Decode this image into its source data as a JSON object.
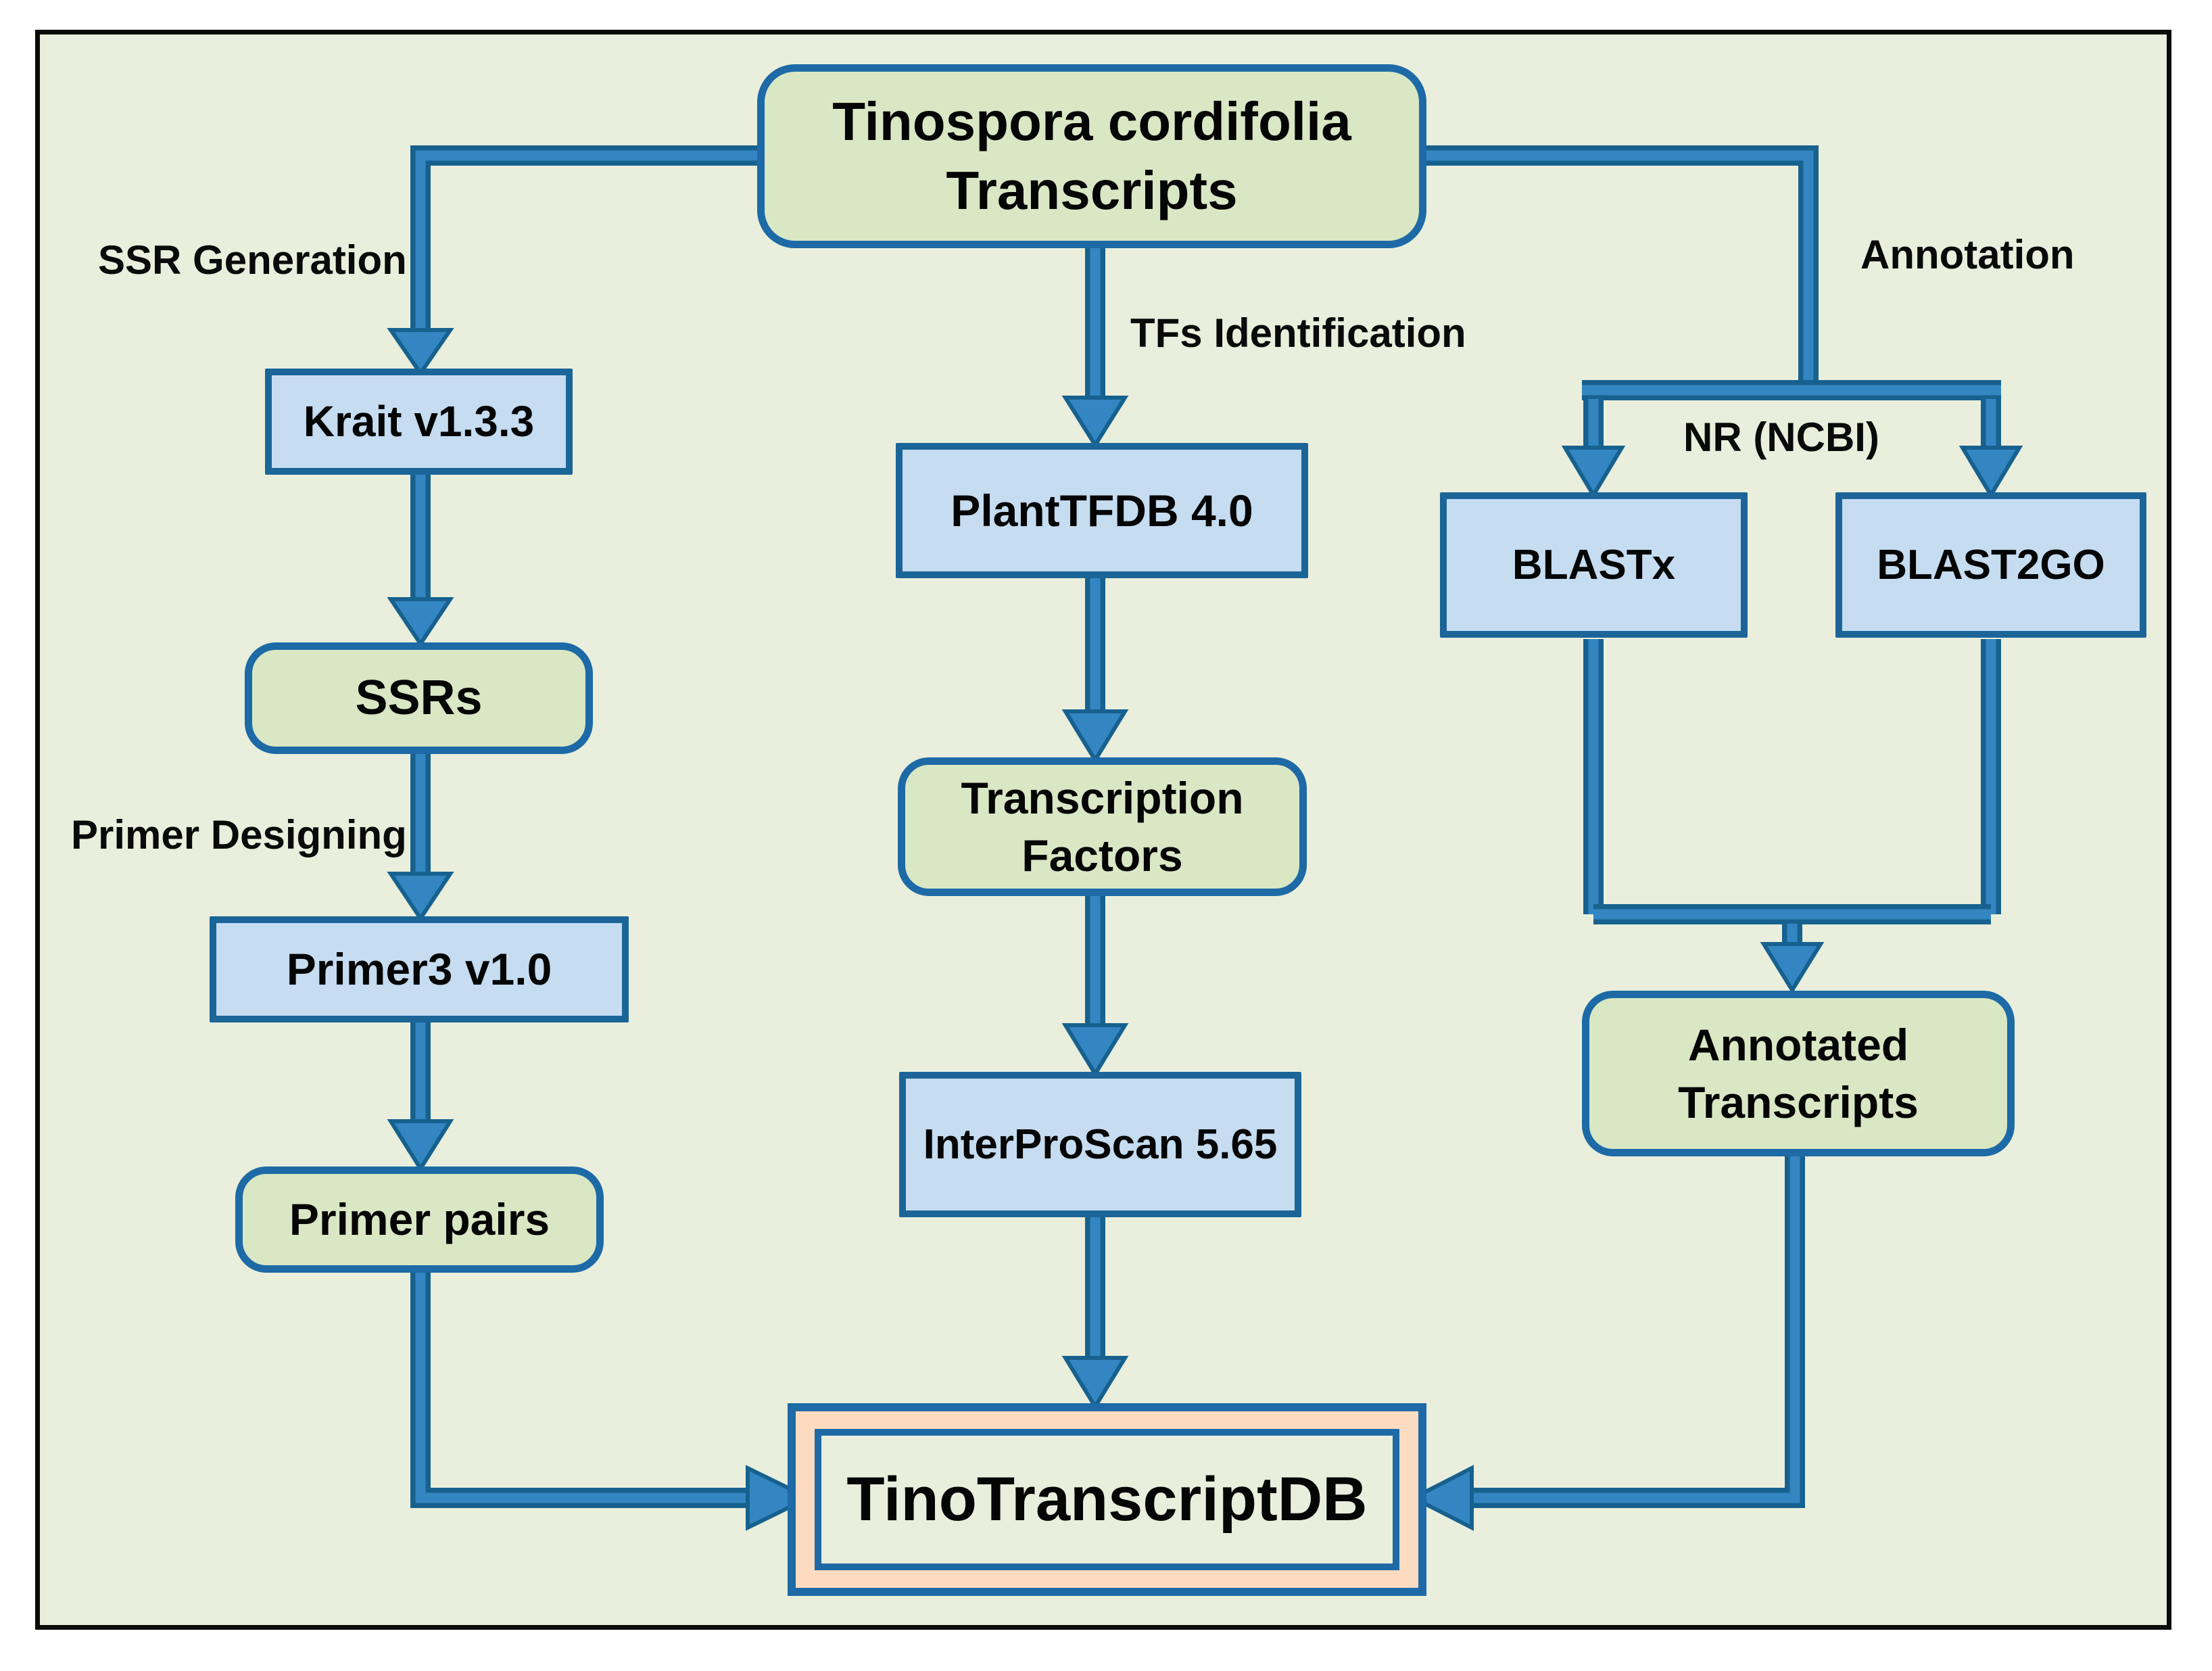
{
  "figure": {
    "background": "#e9efdc",
    "colors": {
      "frame_border": "#0a0a0a",
      "node_green_fill": "#d9e7c5",
      "node_blue_fill": "#c5dcf1",
      "node_border_blue": "#1d6aa6",
      "connector_core_blue": "#3386c2",
      "connector_edge_blue": "#17618f",
      "tinodb_peach_fill": "#fcdbc1",
      "text_color": "#050505"
    },
    "nodes": {
      "title": {
        "label": "Tinospora cordifolia\nTranscripts"
      },
      "krait": {
        "label": "Krait v1.3.3"
      },
      "ssrs": {
        "label": "SSRs"
      },
      "primer3": {
        "label": "Primer3 v1.0"
      },
      "primer_pairs": {
        "label": "Primer pairs"
      },
      "planttfdb": {
        "label": "PlantTFDB 4.0"
      },
      "transcription_factors": {
        "label": "Transcription\nFactors"
      },
      "interproscan": {
        "label": "InterProScan 5.65"
      },
      "blastx": {
        "label": "BLASTx"
      },
      "blast2go": {
        "label": "BLAST2GO"
      },
      "annotated_transcripts": {
        "label": "Annotated\nTranscripts"
      },
      "tinotranscriptdb": {
        "label": "TinoTranscriptDB"
      }
    },
    "edge_labels": {
      "ssr_generation": "SSR Generation",
      "primer_designing": "Primer Designing",
      "tfs_identification": "TFs Identification",
      "annotation": "Annotation",
      "nr_ncbi": "NR (NCBI)"
    }
  }
}
